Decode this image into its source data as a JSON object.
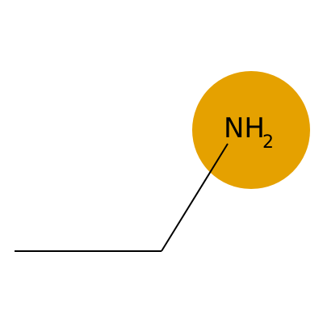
{
  "molecule": {
    "atoms": [
      {
        "id": "c1",
        "element": "C",
        "label": ""
      },
      {
        "id": "c2",
        "element": "C",
        "label": ""
      },
      {
        "id": "n1",
        "element": "N",
        "label_main": "NH",
        "label_sub": "2",
        "highlighted": true
      }
    ],
    "bonds": [
      {
        "from": "c1",
        "to": "c2",
        "order": 1
      },
      {
        "from": "c2",
        "to": "n1",
        "order": 1
      }
    ]
  },
  "colors": {
    "highlight": "#E5A100",
    "bond": "#000000",
    "background": "#FFFFFF"
  }
}
